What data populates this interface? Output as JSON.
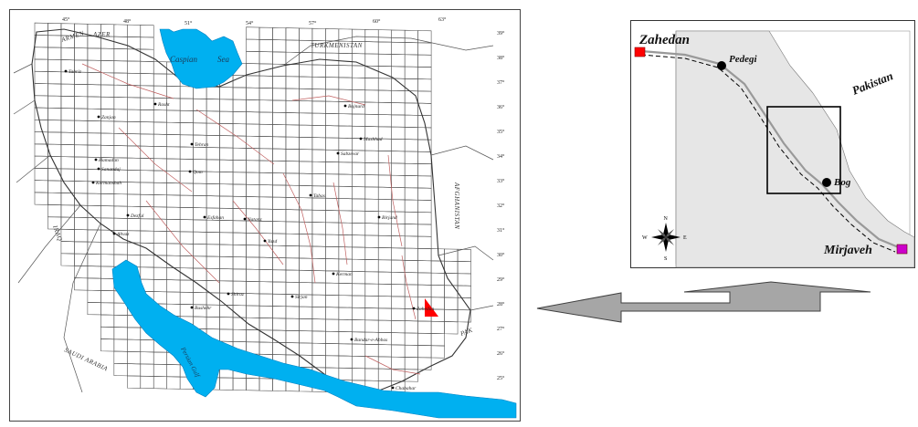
{
  "main_map": {
    "longitude_ticks": [
      "45°",
      "48°",
      "51°",
      "54°",
      "57°",
      "60°",
      "63°"
    ],
    "latitude_ticks": [
      "39°",
      "38°",
      "37°",
      "36°",
      "35°",
      "34°",
      "33°",
      "32°",
      "31°",
      "30°",
      "29°",
      "28°",
      "27°",
      "26°",
      "25°"
    ],
    "countries": {
      "armenia": "ARMEN",
      "azer": "AZER",
      "turkmenistan": "TURKMENISTAN",
      "afghanistan": "AFGHANISTAN",
      "pakistan": "PAK",
      "iraq": "IRAQ",
      "saudi": "SAUDI ARABIA"
    },
    "seas": {
      "caspian_1": "Caspian",
      "caspian_2": "Sea",
      "gulf": "Persian Gulf"
    },
    "cities": [
      "Tabriz",
      "Rasht",
      "Zanjan",
      "Tehran",
      "Qom",
      "Mashhad",
      "Sabzevar",
      "Bojnurd",
      "Esfahan",
      "Yazd",
      "Tabas",
      "Birjand",
      "Kerman",
      "Zahedan",
      "Shiraz",
      "Bushehr",
      "Sirjan",
      "Bandar-e-Abbas",
      "Chabahar",
      "Hamadan",
      "Kermanshah",
      "Ahvaz",
      "Dezful",
      "Sanandaj",
      "Natanz"
    ],
    "colors": {
      "sea": "#00b0f0",
      "study_area": "#ff0000",
      "grid": "#555555",
      "faults": "#c06060"
    }
  },
  "inset_map": {
    "cities": {
      "zahedan": "Zahedan",
      "pedegi": "Pedegi",
      "bog": "Bog",
      "mirjaveh": "Mirjaveh"
    },
    "country": "Pakistan",
    "compass": {
      "n": "N",
      "e": "E",
      "s": "S",
      "w": "W"
    },
    "colors": {
      "zahedan_marker": "#ff0000",
      "mirjaveh_marker": "#cc00cc",
      "land_shade": "#e6e6e6"
    }
  },
  "arrow": {
    "colors": {
      "fill": "#a6a6a6",
      "stroke": "#404040"
    }
  }
}
